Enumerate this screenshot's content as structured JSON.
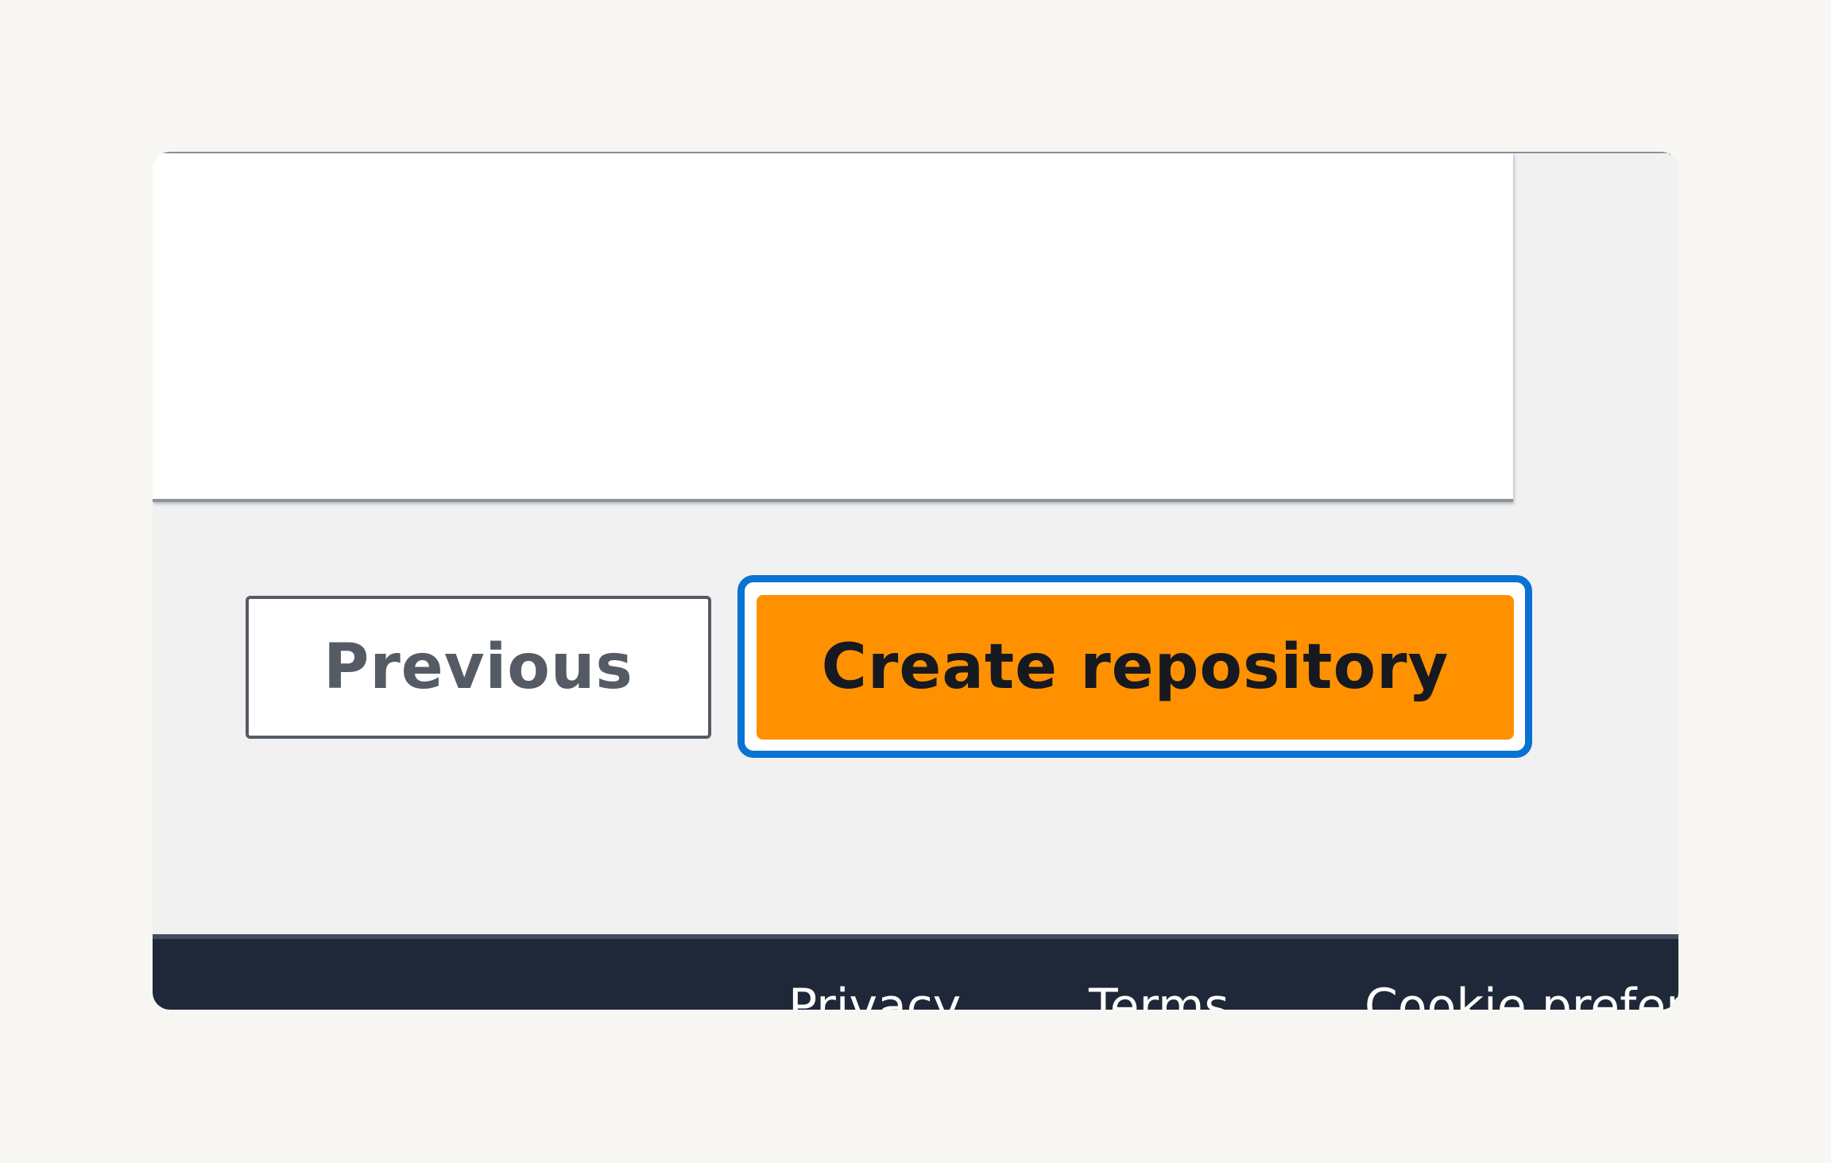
{
  "actions": {
    "previous_label": "Previous",
    "create_label": "Create repository"
  },
  "footer": {
    "links": [
      {
        "label": "Privacy"
      },
      {
        "label": "Terms"
      },
      {
        "label": "Cookie preferences"
      }
    ]
  },
  "colors": {
    "primary_button": "#ff9100",
    "focus_ring": "#0972d3",
    "footer_background": "#1f2838",
    "secondary_border": "#545b64",
    "window_background": "#f1f1f1"
  }
}
